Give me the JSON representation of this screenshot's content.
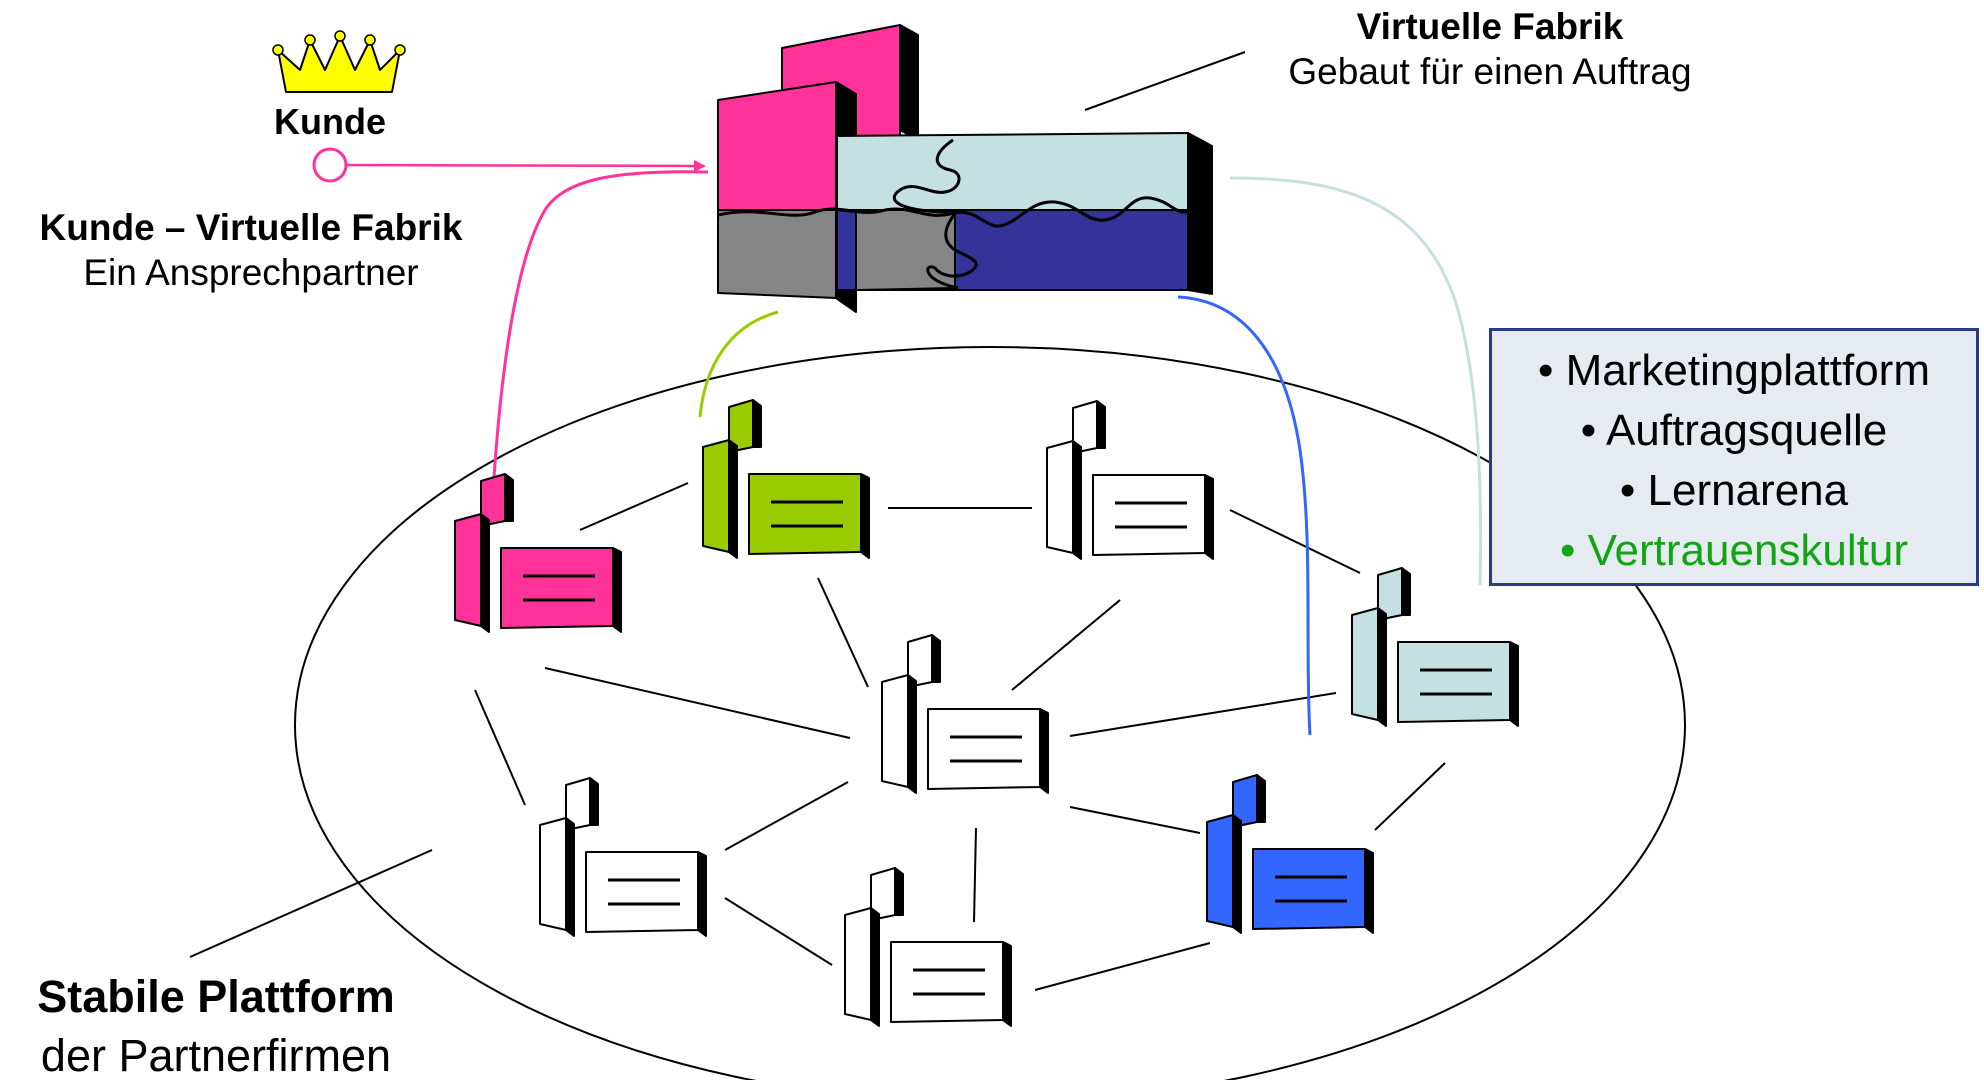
{
  "customer": {
    "title": "Kunde"
  },
  "customer_relation": {
    "title": "Kunde – Virtuelle Fabrik",
    "subtitle": "Ein Ansprechpartner"
  },
  "virtual_factory": {
    "title": "Virtuelle Fabrik",
    "subtitle": "Gebaut für einen Auftrag",
    "colors": [
      "#ff3399",
      "#c5e0e0",
      "#858585",
      "#333399"
    ]
  },
  "platform": {
    "title": "Stabile Plattform",
    "subtitle": "der Partnerfirmen"
  },
  "benefits": {
    "items": [
      {
        "text": "• Marketingplattform",
        "color": "#000000"
      },
      {
        "text": "• Auftragsquelle",
        "color": "#000000"
      },
      {
        "text": "• Lernarena",
        "color": "#000000"
      },
      {
        "text": "• Vertrauenskultur",
        "color": "#11a611"
      }
    ]
  },
  "partner_firms": [
    {
      "name": "partner-firm-magenta",
      "color": "#ff3399"
    },
    {
      "name": "partner-firm-green",
      "color": "#99cc00"
    },
    {
      "name": "partner-firm-white-top",
      "color": "#ffffff"
    },
    {
      "name": "partner-firm-lightblue",
      "color": "#c5e0e0"
    },
    {
      "name": "partner-firm-center",
      "color": "#ffffff"
    },
    {
      "name": "partner-firm-blue",
      "color": "#3366ff"
    },
    {
      "name": "partner-firm-bottom-left",
      "color": "#ffffff"
    },
    {
      "name": "partner-firm-bottom",
      "color": "#ffffff"
    }
  ],
  "icons": {
    "crown": "crown-icon",
    "customer_node": "customer-circle-icon"
  },
  "link_colors": {
    "customer": "#ff3399",
    "green": "#99cc00",
    "blue": "#3366ff",
    "lightblue": "#c5e0e0"
  }
}
